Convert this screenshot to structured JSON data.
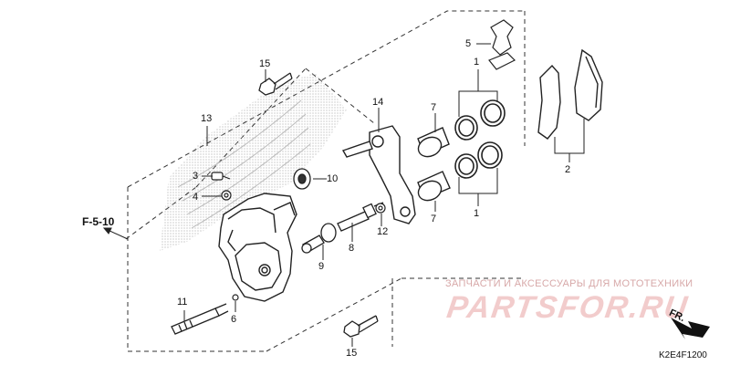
{
  "diagram": {
    "callouts": {
      "c1a": "1",
      "c1b": "1",
      "c2": "2",
      "c3": "3",
      "c4": "4",
      "c5": "5",
      "c6": "6",
      "c7a": "7",
      "c7b": "7",
      "c8": "8",
      "c9": "9",
      "c10": "10",
      "c11": "11",
      "c12": "12",
      "c13": "13",
      "c14": "14",
      "c15a": "15",
      "c15b": "15"
    },
    "reference": "F-5-10",
    "direction": "FR.",
    "drawing_code": "K2E4F1200"
  },
  "watermark": {
    "subtitle": "ЗАПЧАСТИ И АКСЕССУАРЫ ДЛЯ МОТОТЕХНИКИ",
    "brand": "PARTSFOR.RU"
  }
}
